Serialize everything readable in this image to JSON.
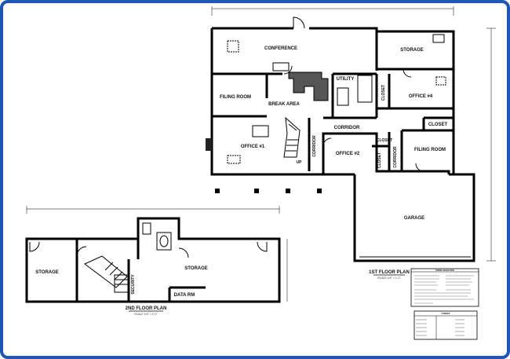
{
  "accent_color": "#1f55b5",
  "first_floor": {
    "title": "1ST FLOOR PLAN",
    "scale": "SCALE 1/4\" = 1'-0\"",
    "rooms": {
      "conference": "CONFERENCE",
      "storage": "STORAGE",
      "filing_room_1": "FILING ROOM",
      "break_area": "BREAK AREA",
      "utility": "UTILITY",
      "closet_1": "CLOSET",
      "office_4": "OFFICE #4",
      "office_1": "OFFICE #1",
      "corridor_1": "CORRIDOR",
      "corridor_2": "CORRIDOR",
      "corridor_3": "CORRIDOR",
      "closet_2": "CLOSET",
      "closet_3": "CLOSET",
      "closet_4": "CLOSET",
      "office_2": "OFFICE #2",
      "filing_room_2": "FILING ROOM",
      "garage": "GARAGE",
      "up": "UP"
    }
  },
  "second_floor": {
    "title": "2ND FLOOR PLAN",
    "scale": "SCALE 1/4\" = 1'-0\"",
    "rooms": {
      "storage_left": "STORAGE",
      "storage_right": "STORAGE",
      "security": "SECURITY",
      "data_rm": "DATA RM"
    }
  },
  "code_analysis": {
    "title": "CODE ANALYSIS"
  },
  "codes_table": {
    "title": "CODES"
  }
}
